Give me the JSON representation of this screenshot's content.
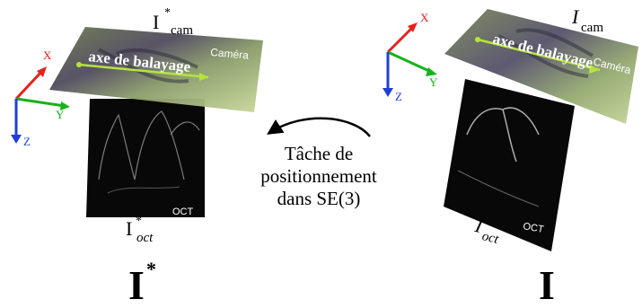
{
  "left": {
    "camera_symbol": "I",
    "camera_superscript": "*",
    "camera_subscript": "cam",
    "camera_tag": "Caméra",
    "scan_axis_label": "axe de balayage",
    "oct_symbol": "I",
    "oct_superscript": "*",
    "oct_subscript": "oct",
    "oct_logo": "OCT",
    "big_symbol": "I",
    "big_superscript": "*",
    "axes": {
      "x": "X",
      "y": "Y",
      "z": "Z"
    }
  },
  "right": {
    "camera_symbol": "I",
    "camera_subscript": "cam",
    "camera_tag": "Caméra",
    "scan_axis_label": "axe de balayage",
    "oct_symbol": "I",
    "oct_subscript": "oct",
    "oct_logo": "OCT",
    "big_symbol": "I",
    "axes": {
      "x": "X",
      "y": "Y",
      "z": "Z"
    }
  },
  "task": {
    "line1": "Tâche de",
    "line2": "positionnement",
    "line3": "dans SE(3)"
  },
  "colors": {
    "axis_x": "#e8201c",
    "axis_y": "#19b21b",
    "axis_z": "#1f3fd6",
    "scan_line": "#b7e43a",
    "oct_bg": "#0a0a0a"
  }
}
